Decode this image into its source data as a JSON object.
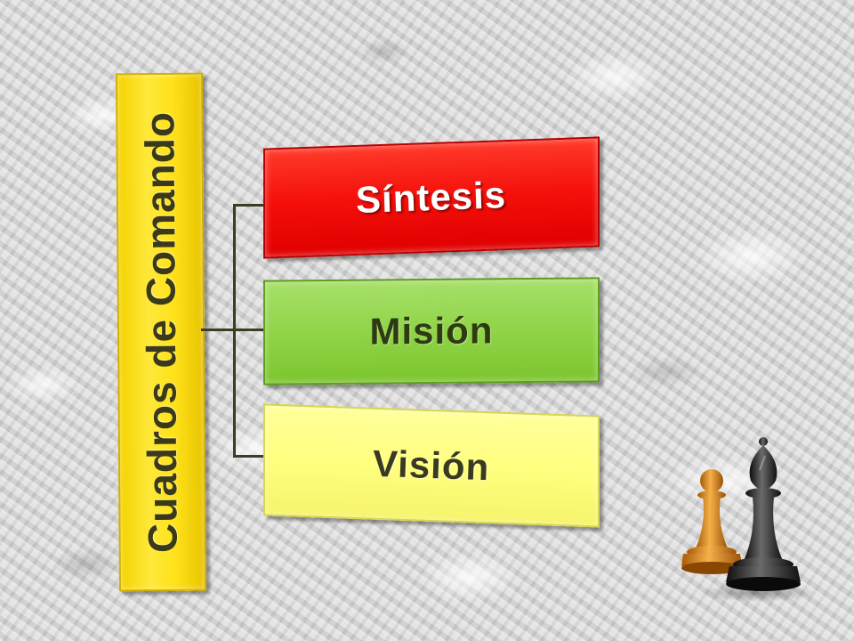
{
  "diagram": {
    "root_label": "Cuadros de Comando",
    "branches": [
      {
        "label": "Síntesis",
        "color": "#f40f0a"
      },
      {
        "label": "Misión",
        "color": "#90d448"
      },
      {
        "label": "Visión",
        "color": "#ffff80"
      }
    ],
    "root_color": "#ffe21a",
    "connector_color": "#3d3d22"
  },
  "decoration": {
    "pieces": [
      {
        "icon": "chess-pawn-icon",
        "color": "#d9871a"
      },
      {
        "icon": "chess-bishop-icon",
        "color": "#2a2a2a"
      }
    ]
  }
}
